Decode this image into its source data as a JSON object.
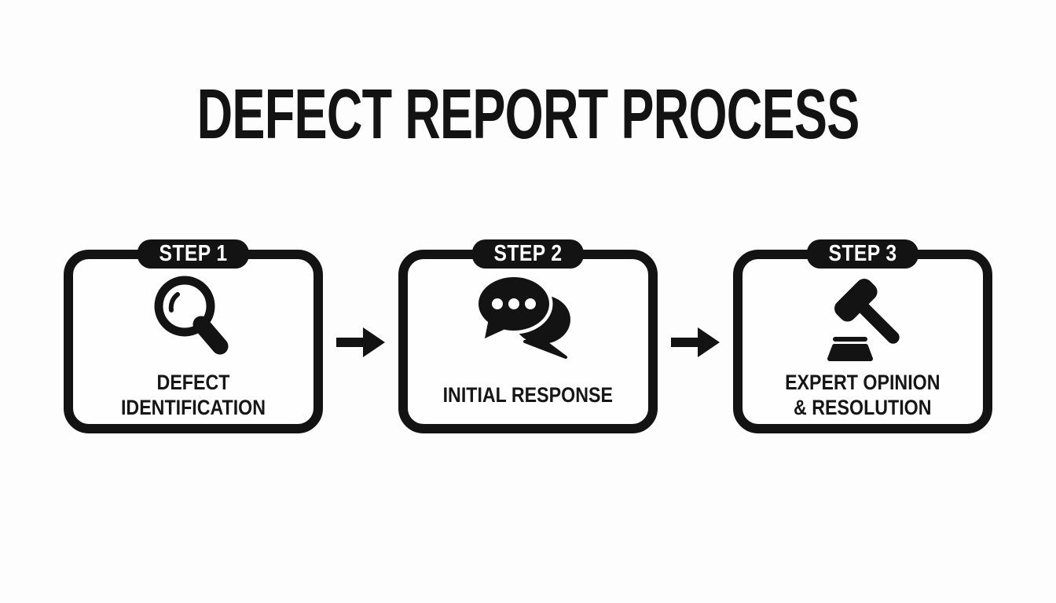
{
  "title": "DEFECT REPORT PROCESS",
  "colors": {
    "ink": "#131313",
    "background": "#fdfdfd",
    "badge_text": "#ffffff"
  },
  "steps": [
    {
      "badge": "STEP 1",
      "icon": "magnifier-icon",
      "label_lines": [
        "DEFECT",
        "IDENTIFICATION"
      ]
    },
    {
      "badge": "STEP 2",
      "icon": "chat-bubbles-icon",
      "label_lines": [
        "INITIAL RESPONSE"
      ]
    },
    {
      "badge": "STEP 3",
      "icon": "gavel-icon",
      "label_lines": [
        "EXPERT OPINION",
        "& RESOLUTION"
      ]
    }
  ],
  "connectors": [
    {
      "type": "arrow-right"
    },
    {
      "type": "arrow-right"
    }
  ]
}
